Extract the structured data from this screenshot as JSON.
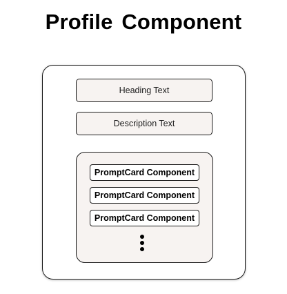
{
  "title": "Profile Component",
  "fields": {
    "heading_label": "Heading Text",
    "description_label": "Description Text"
  },
  "prompt_cards": [
    {
      "label": "PromptCard Component"
    },
    {
      "label": "PromptCard Component"
    },
    {
      "label": "PromptCard Component"
    }
  ],
  "colors": {
    "box_fill": "#f7f3f1",
    "stroke": "#1a1a1a"
  },
  "icons": {
    "ellipsis": "vertical-ellipsis-icon"
  }
}
